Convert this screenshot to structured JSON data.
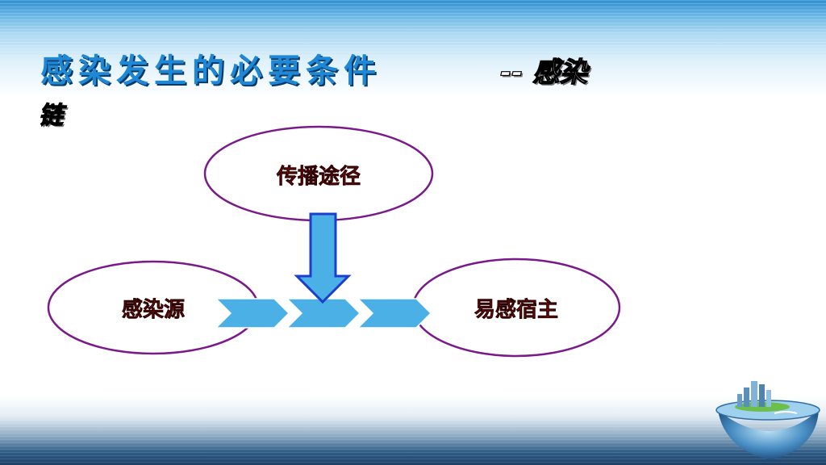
{
  "title": "感染发生的必要条件",
  "subtitle_part1": "-- 感染",
  "subtitle_part2": "链",
  "nodes": {
    "source": "感染源",
    "route": "传播途径",
    "host": "易感宿主"
  },
  "colors": {
    "title": "#1f88d6",
    "ellipse_stroke": "#7a1a8a",
    "arrow_fill": "#4ab0e6",
    "arrow_stroke": "#1a3fcf",
    "node_text": "#cc1a1a"
  },
  "icons": [
    "globe-city-icon"
  ]
}
